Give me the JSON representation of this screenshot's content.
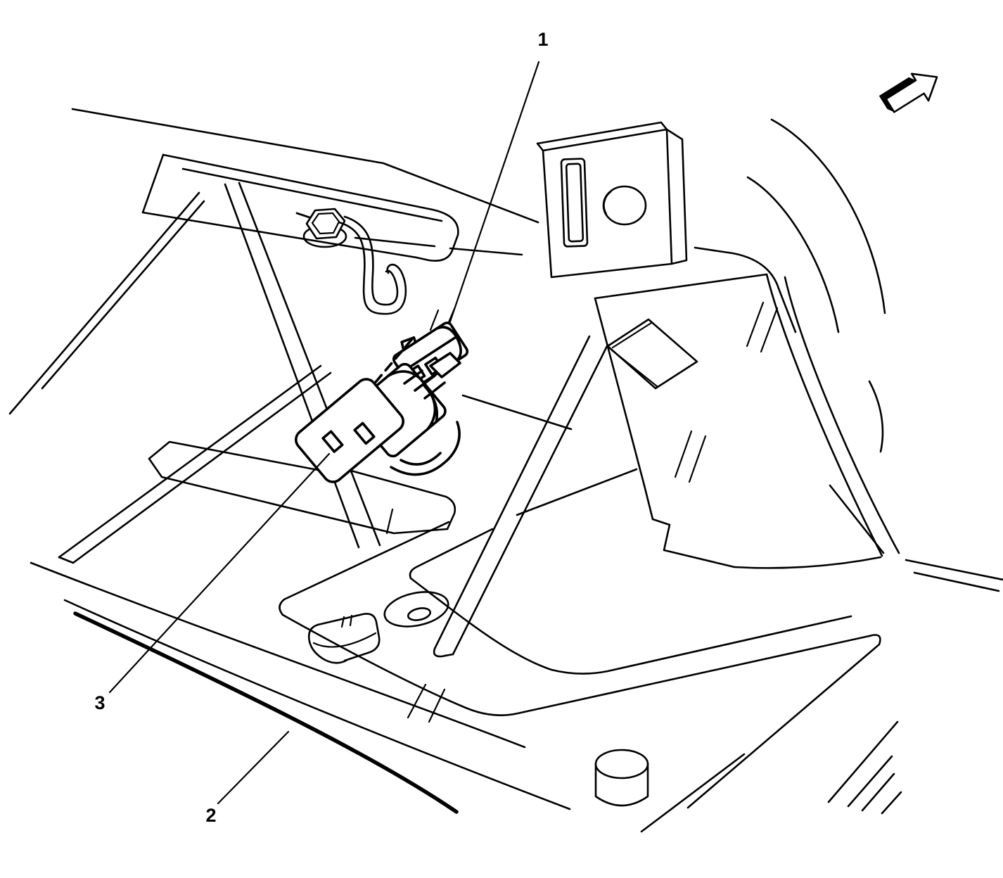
{
  "figure": {
    "type": "technical-line-illustration",
    "subject": "instrument-panel-compartment-lamp-switch-and-connector",
    "background_color": "#ffffff",
    "line_color": "#000000",
    "callouts": [
      {
        "label": "1"
      },
      {
        "label": "2"
      },
      {
        "label": "3"
      }
    ],
    "icons": [
      {
        "name": "front-direction-arrow"
      }
    ]
  }
}
